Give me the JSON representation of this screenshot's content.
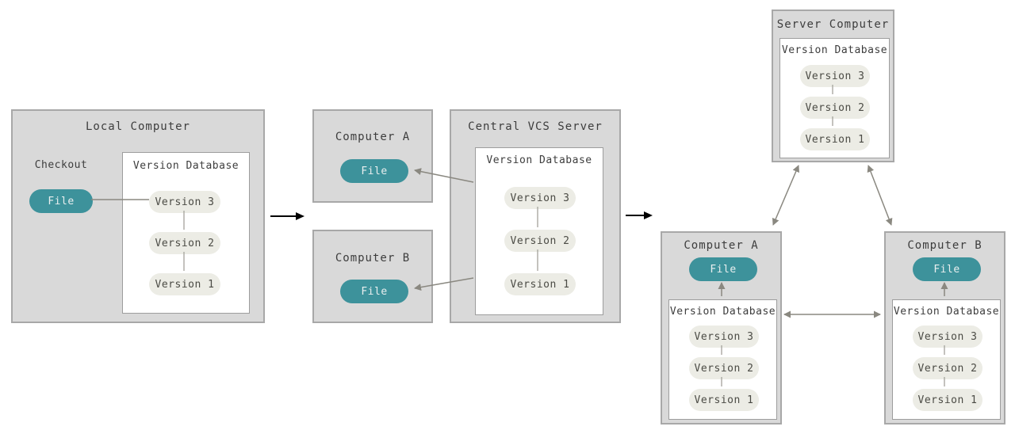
{
  "colors": {
    "box_bg": "#d9d9d9",
    "box_border": "#a8a8a8",
    "db_bg": "#ffffff",
    "db_border": "#9d9d9d",
    "file_pill": "#3d929b",
    "file_text": "#e9efef",
    "version_pill": "#ecece5",
    "version_text": "#4b4b45",
    "title_text": "#3d3d3d",
    "arrow_gray": "#8a8880",
    "connector": "#a3a29b",
    "arrow_black": "#000000"
  },
  "local": {
    "title": "Local Computer",
    "checkout_label": "Checkout",
    "file_label": "File",
    "db_title": "Version Database",
    "versions": [
      "Version 3",
      "Version 2",
      "Version 1"
    ]
  },
  "centralized": {
    "computer_a": {
      "title": "Computer A",
      "file_label": "File"
    },
    "computer_b": {
      "title": "Computer B",
      "file_label": "File"
    },
    "server": {
      "title": "Central VCS Server",
      "db_title": "Version Database",
      "versions": [
        "Version 3",
        "Version 2",
        "Version 1"
      ]
    }
  },
  "distributed": {
    "server": {
      "title": "Server Computer",
      "db_title": "Version Database",
      "versions": [
        "Version 3",
        "Version 2",
        "Version 1"
      ]
    },
    "computer_a": {
      "title": "Computer A",
      "file_label": "File",
      "db_title": "Version Database",
      "versions": [
        "Version 3",
        "Version 2",
        "Version 1"
      ]
    },
    "computer_b": {
      "title": "Computer B",
      "file_label": "File",
      "db_title": "Version Database",
      "versions": [
        "Version 3",
        "Version 2",
        "Version 1"
      ]
    }
  }
}
